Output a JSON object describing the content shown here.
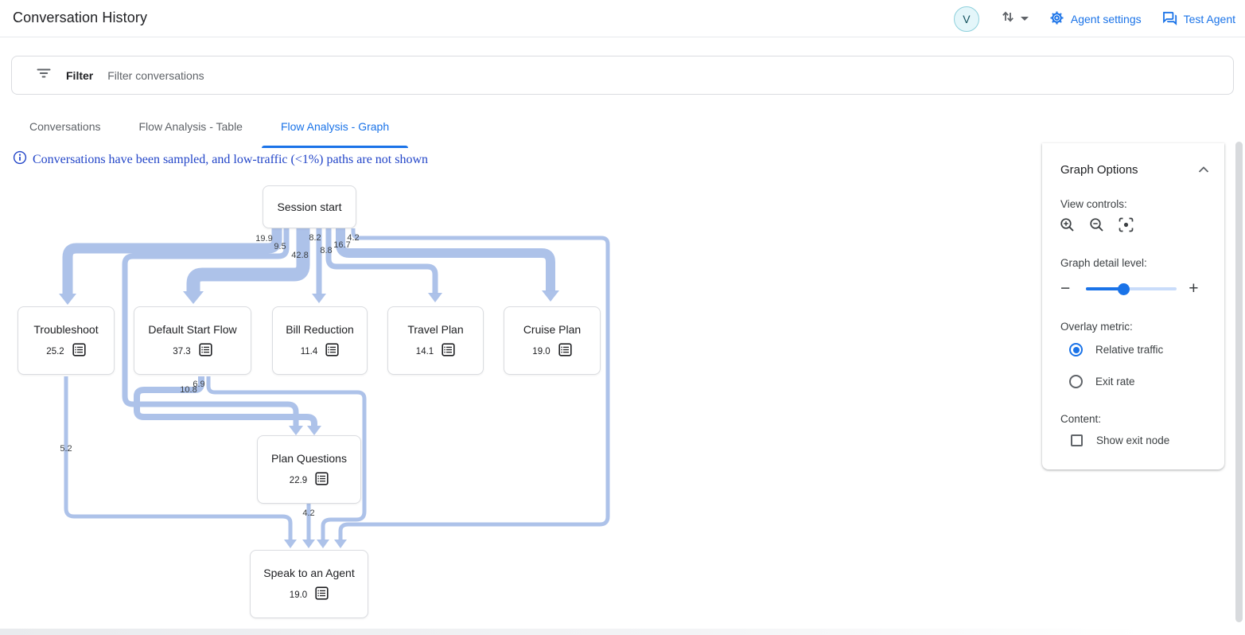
{
  "header": {
    "title": "Conversation History",
    "avatar_initial": "V",
    "agent_settings_label": "Agent settings",
    "test_agent_label": "Test Agent"
  },
  "filter": {
    "label": "Filter",
    "placeholder": "Filter conversations"
  },
  "tabs": [
    {
      "label": "Conversations",
      "active": false
    },
    {
      "label": "Flow Analysis - Table",
      "active": false
    },
    {
      "label": "Flow Analysis - Graph",
      "active": true
    }
  ],
  "notice": "Conversations have been sampled, and low-traffic (<1%) paths are not shown",
  "graph": {
    "type": "flow-graph",
    "overlay_metric": "Relative traffic",
    "nodes": [
      {
        "id": "session-start",
        "label": "Session start"
      },
      {
        "id": "troubleshoot",
        "label": "Troubleshoot",
        "value": "25.2"
      },
      {
        "id": "default-start-flow",
        "label": "Default Start Flow",
        "value": "37.3"
      },
      {
        "id": "bill-reduction",
        "label": "Bill Reduction",
        "value": "11.4"
      },
      {
        "id": "travel-plan",
        "label": "Travel Plan",
        "value": "14.1"
      },
      {
        "id": "cruise-plan",
        "label": "Cruise Plan",
        "value": "19.0"
      },
      {
        "id": "plan-questions",
        "label": "Plan Questions",
        "value": "22.9"
      },
      {
        "id": "speak-to-an-agent",
        "label": "Speak to an Agent",
        "value": "19.0"
      }
    ],
    "edges": [
      {
        "from": "session-start",
        "to": "troubleshoot",
        "value": "19.9"
      },
      {
        "from": "session-start",
        "to": "plan-questions",
        "value": "9.5"
      },
      {
        "from": "session-start",
        "to": "default-start-flow",
        "value": "42.8"
      },
      {
        "from": "session-start",
        "to": "bill-reduction",
        "value": "8.2"
      },
      {
        "from": "session-start",
        "to": "travel-plan",
        "value": "8.8"
      },
      {
        "from": "session-start",
        "to": "cruise-plan",
        "value": "16.7"
      },
      {
        "from": "session-start",
        "to": "speak-to-an-agent",
        "value": "4.2"
      },
      {
        "from": "default-start-flow",
        "to": "plan-questions",
        "value": "10.8"
      },
      {
        "from": "default-start-flow",
        "to": "speak-to-an-agent",
        "value": "6.9"
      },
      {
        "from": "troubleshoot",
        "to": "speak-to-an-agent",
        "value": "5.2"
      },
      {
        "from": "plan-questions",
        "to": "speak-to-an-agent",
        "value": "4.2"
      }
    ]
  },
  "panel": {
    "title": "Graph Options",
    "view_controls_label": "View controls:",
    "detail_label": "Graph detail level:",
    "overlay_label": "Overlay metric:",
    "overlay_options": [
      {
        "label": "Relative traffic",
        "selected": true
      },
      {
        "label": "Exit rate",
        "selected": false
      }
    ],
    "content_label": "Content:",
    "show_exit_node_label": "Show exit node",
    "detail_slider_pct": 41
  },
  "colors": {
    "accent_blue": "#1a73e8",
    "edge_blue": "#a9bfe8",
    "notice_blue": "#2245c8",
    "text_dark": "#202124",
    "text_gray": "#5f6368",
    "border_gray": "#dadce0"
  }
}
